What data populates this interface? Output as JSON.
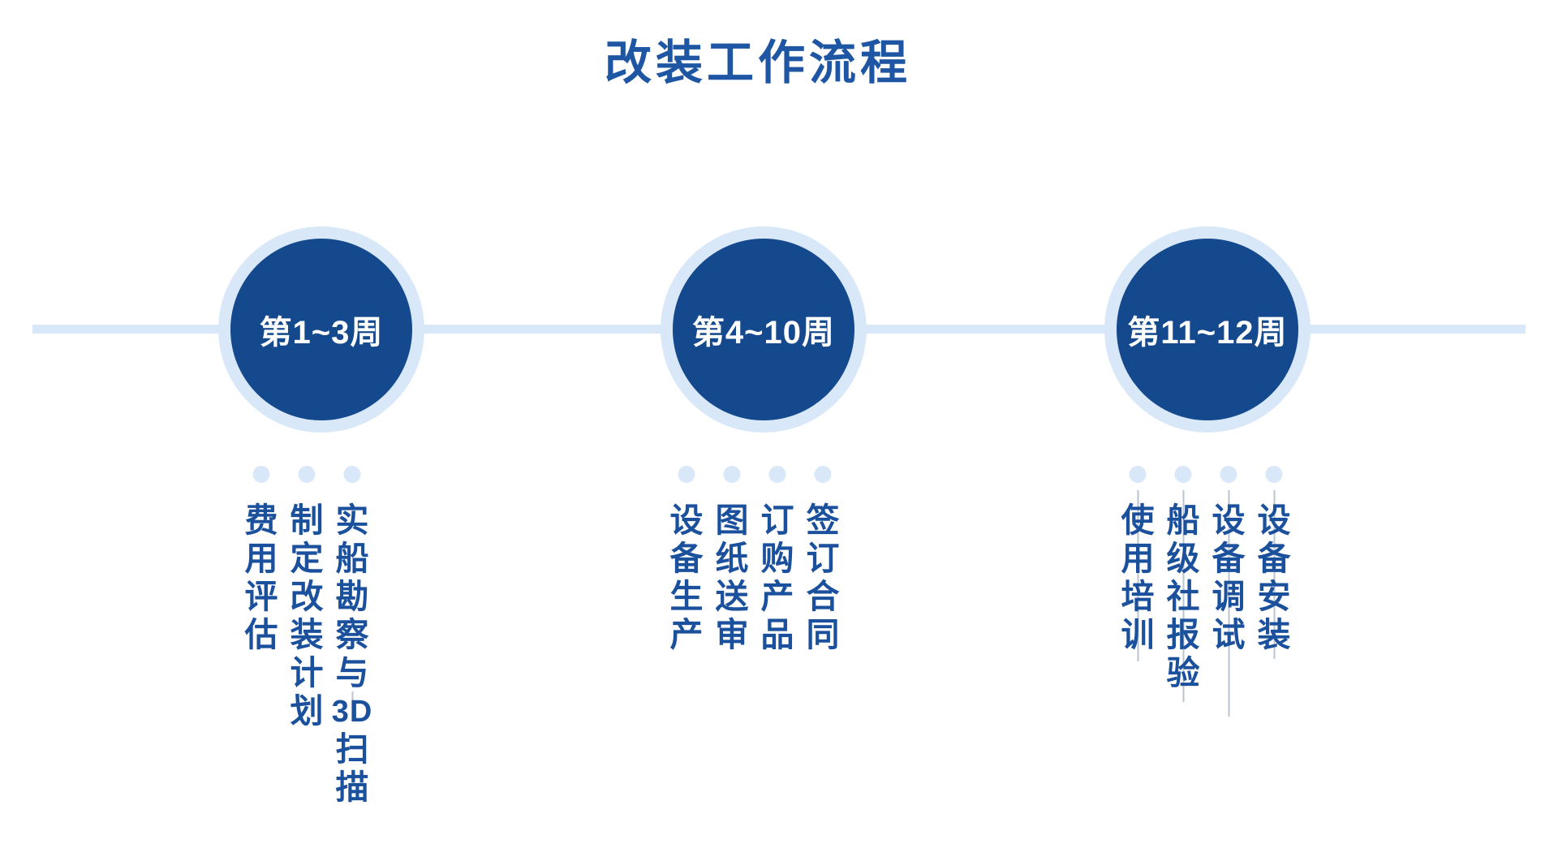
{
  "title": "改装工作流程",
  "colors": {
    "circle_fill": "#15498E",
    "light_blue": "#D9E8F8",
    "task_text": "#1B509D",
    "title_text": "#1E56A3"
  },
  "stages": [
    {
      "label": "第1~3周",
      "tasks": [
        "费用评估",
        "制定改装计划",
        "实船勘察与3D扫描"
      ]
    },
    {
      "label": "第4~10周",
      "tasks": [
        "设备生产",
        "图纸送审",
        "订购产品",
        "签订合同"
      ]
    },
    {
      "label": "第11~12周",
      "tasks": [
        "使用培训",
        "船级社报验",
        "设备调试",
        "设备安装"
      ]
    }
  ]
}
